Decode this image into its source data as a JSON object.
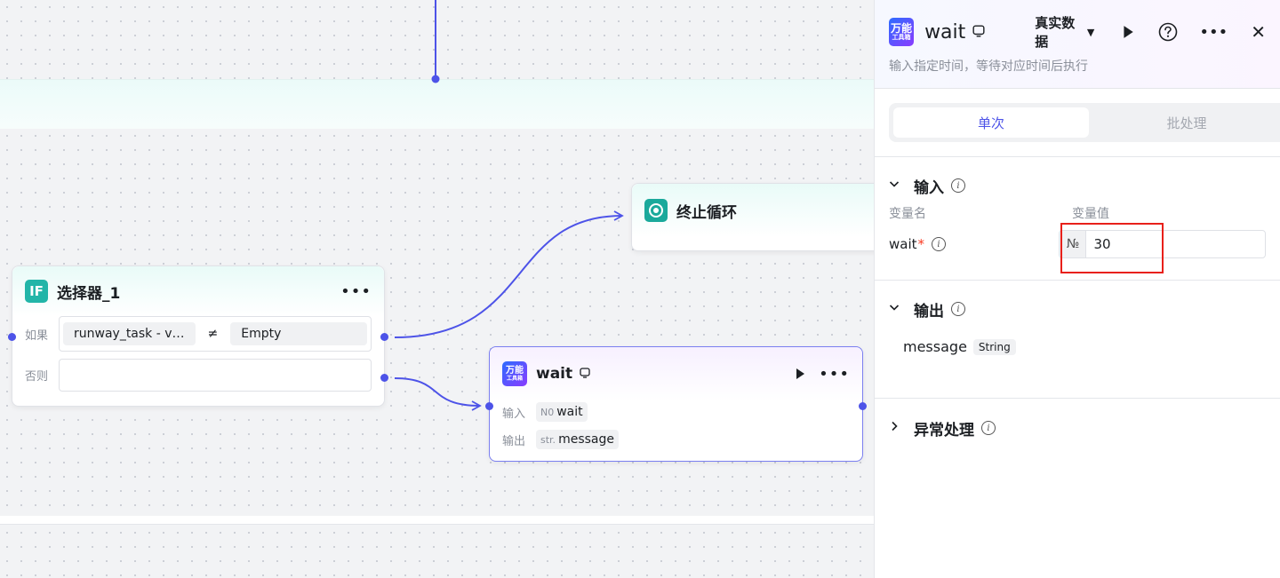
{
  "canvas": {
    "selector_node": {
      "title": "选择器_1",
      "if_label": "如果",
      "else_label": "否则",
      "condition_left": "runway_task  -  v…",
      "operator": "≠",
      "condition_right": "Empty",
      "icon": "IF"
    },
    "stop_node": {
      "title": "终止循环"
    },
    "wait_node": {
      "title": "wait",
      "icon_line1": "万能",
      "icon_line2": "工具箱",
      "input_label": "输入",
      "input_type": "N0",
      "input_name": "wait",
      "output_label": "输出",
      "output_type": "str.",
      "output_name": "message"
    }
  },
  "panel": {
    "icon_line1": "万能",
    "icon_line2": "工具箱",
    "title": "wait",
    "data_mode": "真实数据",
    "description": "输入指定时间，等待对应时间后执行",
    "tabs": [
      {
        "label": "单次",
        "active": true
      },
      {
        "label": "批处理",
        "active": false
      }
    ],
    "input_section": {
      "title": "输入",
      "col_name": "变量名",
      "col_value": "变量值",
      "var_name": "wait",
      "required_mark": "*",
      "value_prefix": "№",
      "value": "30"
    },
    "output_section": {
      "title": "输出",
      "var_name": "message",
      "var_type": "String"
    },
    "error_section": {
      "title": "异常处理"
    }
  },
  "colors": {
    "accent": "#4d53e8",
    "teal": "#22b5a8",
    "highlight": "#e8201a"
  }
}
